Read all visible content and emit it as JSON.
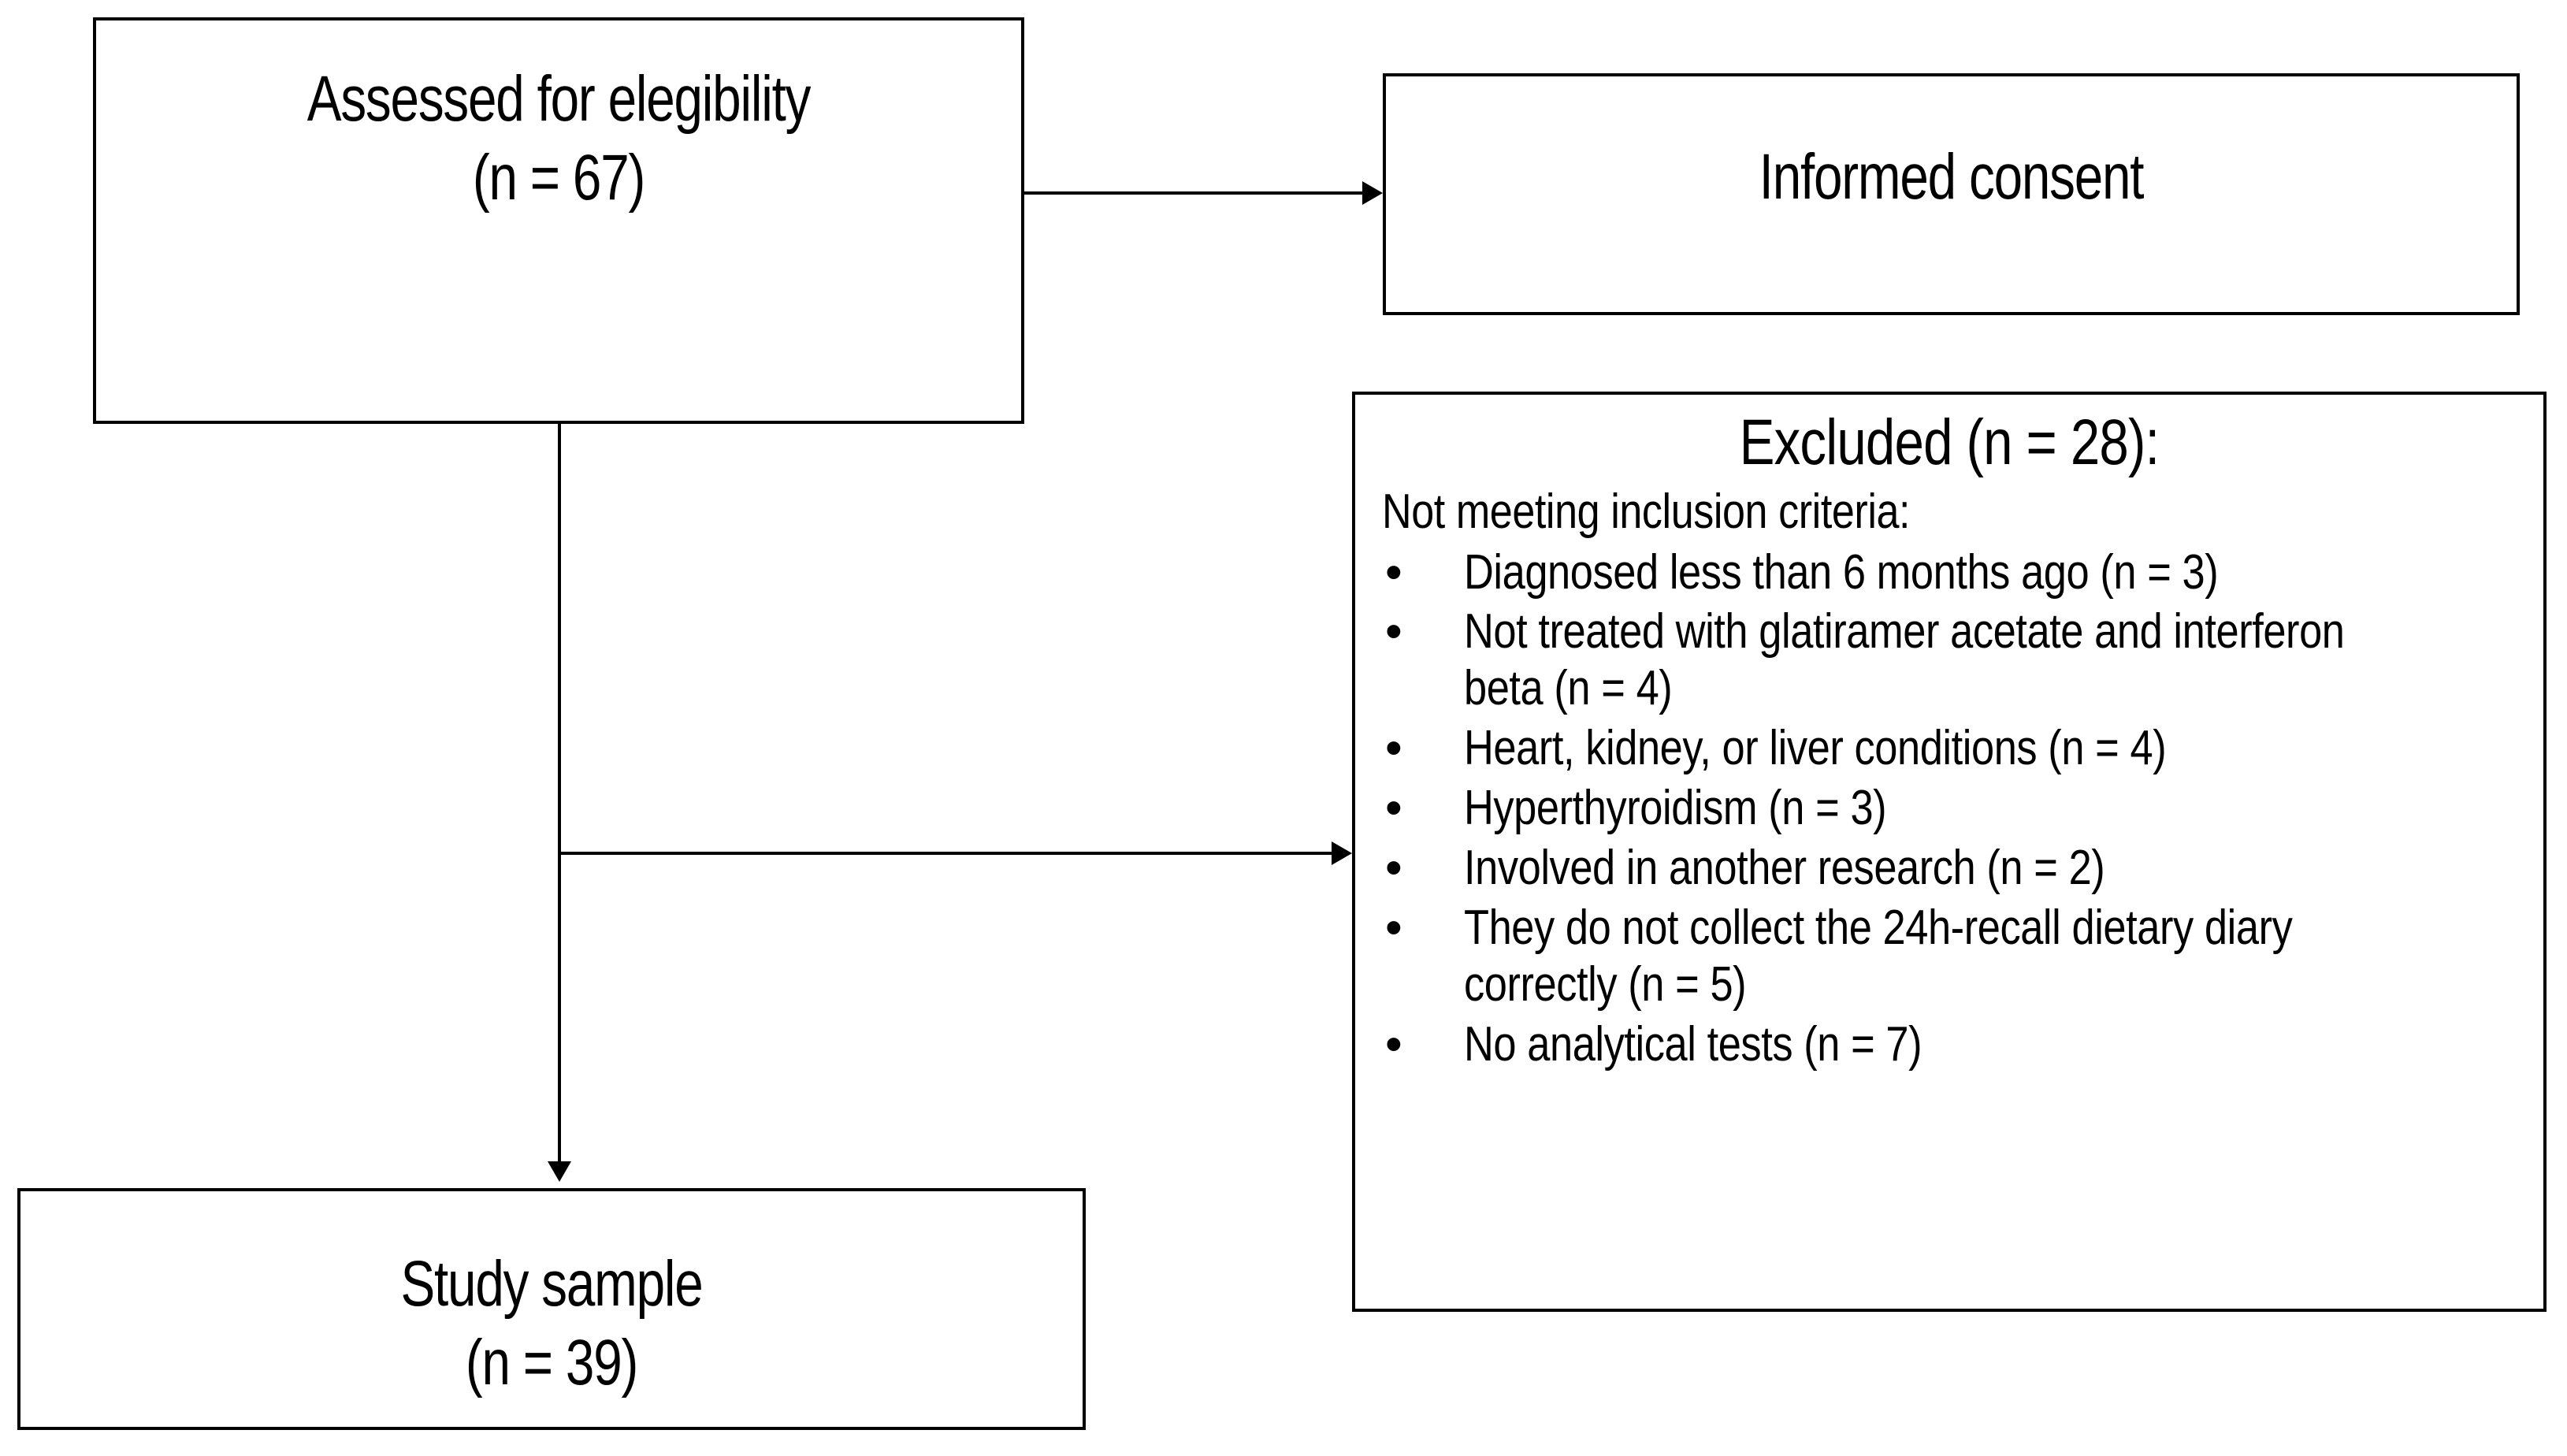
{
  "diagram": {
    "type": "participant-flow-diagram",
    "nodes": {
      "assessed": {
        "line1": "Assessed for elegibility",
        "line2": "(n = 67)"
      },
      "informed_consent": {
        "line1": "Informed consent"
      },
      "excluded": {
        "title": "Excluded  (n = 28):",
        "subtitle": "Not meeting inclusion criteria:",
        "bullet_glyph": "•",
        "items": [
          "Diagnosed less than 6 months ago (n = 3)",
          "Not treated with glatiramer acetate and interferon beta (n = 4)",
          "Heart, kidney, or liver conditions (n = 4)",
          "Hyperthyroidism (n = 3)",
          "Involved in another research (n = 2)",
          "They do not collect the 24h-recall dietary diary correctly (n = 5)",
          "No analytical tests (n = 7)"
        ]
      },
      "study_sample": {
        "line1": "Study sample",
        "line2": "(n = 39)"
      }
    },
    "colors": {
      "stroke": "#000000",
      "background": "#ffffff"
    }
  }
}
